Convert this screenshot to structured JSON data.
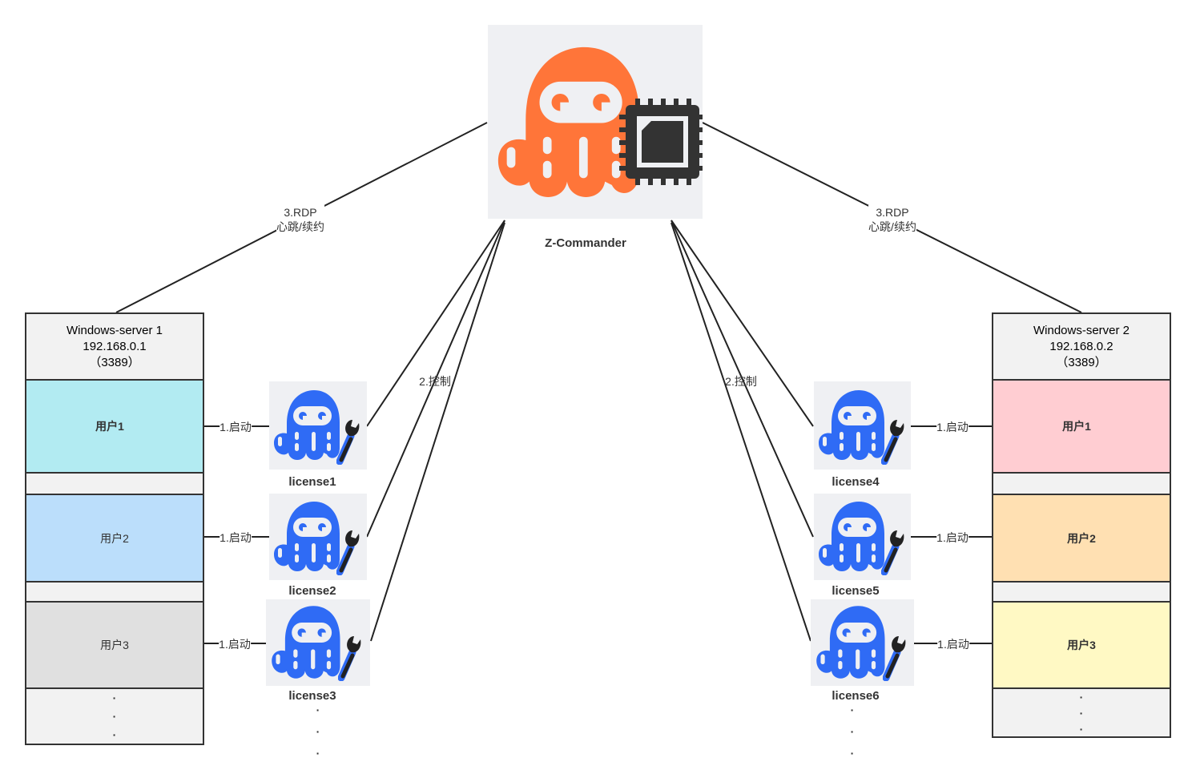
{
  "center": {
    "name": "Z-Commander",
    "color": "#ff7539"
  },
  "edges": {
    "rdp_line1": "3.RDP",
    "rdp_line2": "心跳/续约",
    "control": "2.控制",
    "launch": "1.启动"
  },
  "servers": [
    {
      "name": "Windows-server 1",
      "ip": "192.168.0.1",
      "port": "（3389）",
      "users": [
        {
          "label": "用户1",
          "color": "#b2ebf2"
        },
        {
          "label": "用户2",
          "color": "#bbdefb"
        },
        {
          "label": "用户3",
          "color": "#e0e0e0"
        }
      ]
    },
    {
      "name": "Windows-server 2",
      "ip": "192.168.0.2",
      "port": "（3389）",
      "users": [
        {
          "label": "用户1",
          "color": "#ffcdd2"
        },
        {
          "label": "用户2",
          "color": "#ffe0b2"
        },
        {
          "label": "用户3",
          "color": "#fff9c4"
        }
      ]
    }
  ],
  "licenses": [
    "license1",
    "license2",
    "license3",
    "license4",
    "license5",
    "license6"
  ],
  "license_color": "#2f6bf5",
  "ellipsis": "·"
}
